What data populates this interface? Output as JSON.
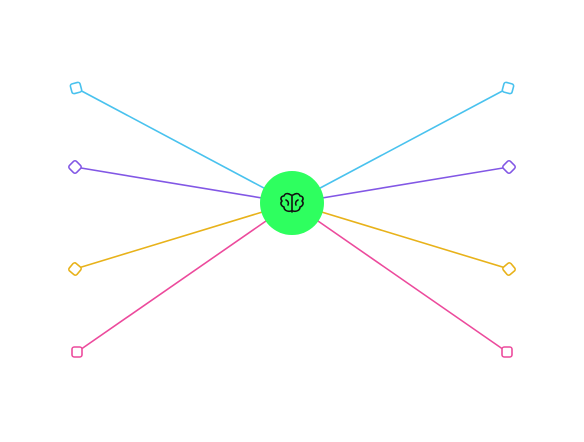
{
  "diagram": {
    "center": {
      "icon": "brain-icon",
      "fill": "#2eff5f",
      "icon_color": "#111111"
    },
    "branches": [
      {
        "name": "branch-top-left",
        "color": "#49c2ee",
        "node_shape": "rounded-square"
      },
      {
        "name": "branch-top-right",
        "color": "#49c2ee",
        "node_shape": "rounded-square"
      },
      {
        "name": "branch-upper-mid-left",
        "color": "#8257e5",
        "node_shape": "diamond"
      },
      {
        "name": "branch-upper-mid-right",
        "color": "#8257e5",
        "node_shape": "diamond"
      },
      {
        "name": "branch-lower-mid-left",
        "color": "#e8b21a",
        "node_shape": "diamond"
      },
      {
        "name": "branch-lower-mid-right",
        "color": "#e8b21a",
        "node_shape": "diamond"
      },
      {
        "name": "branch-bottom-left",
        "color": "#ec4a9c",
        "node_shape": "rounded-square"
      },
      {
        "name": "branch-bottom-right",
        "color": "#ec4a9c",
        "node_shape": "rounded-square"
      }
    ]
  }
}
